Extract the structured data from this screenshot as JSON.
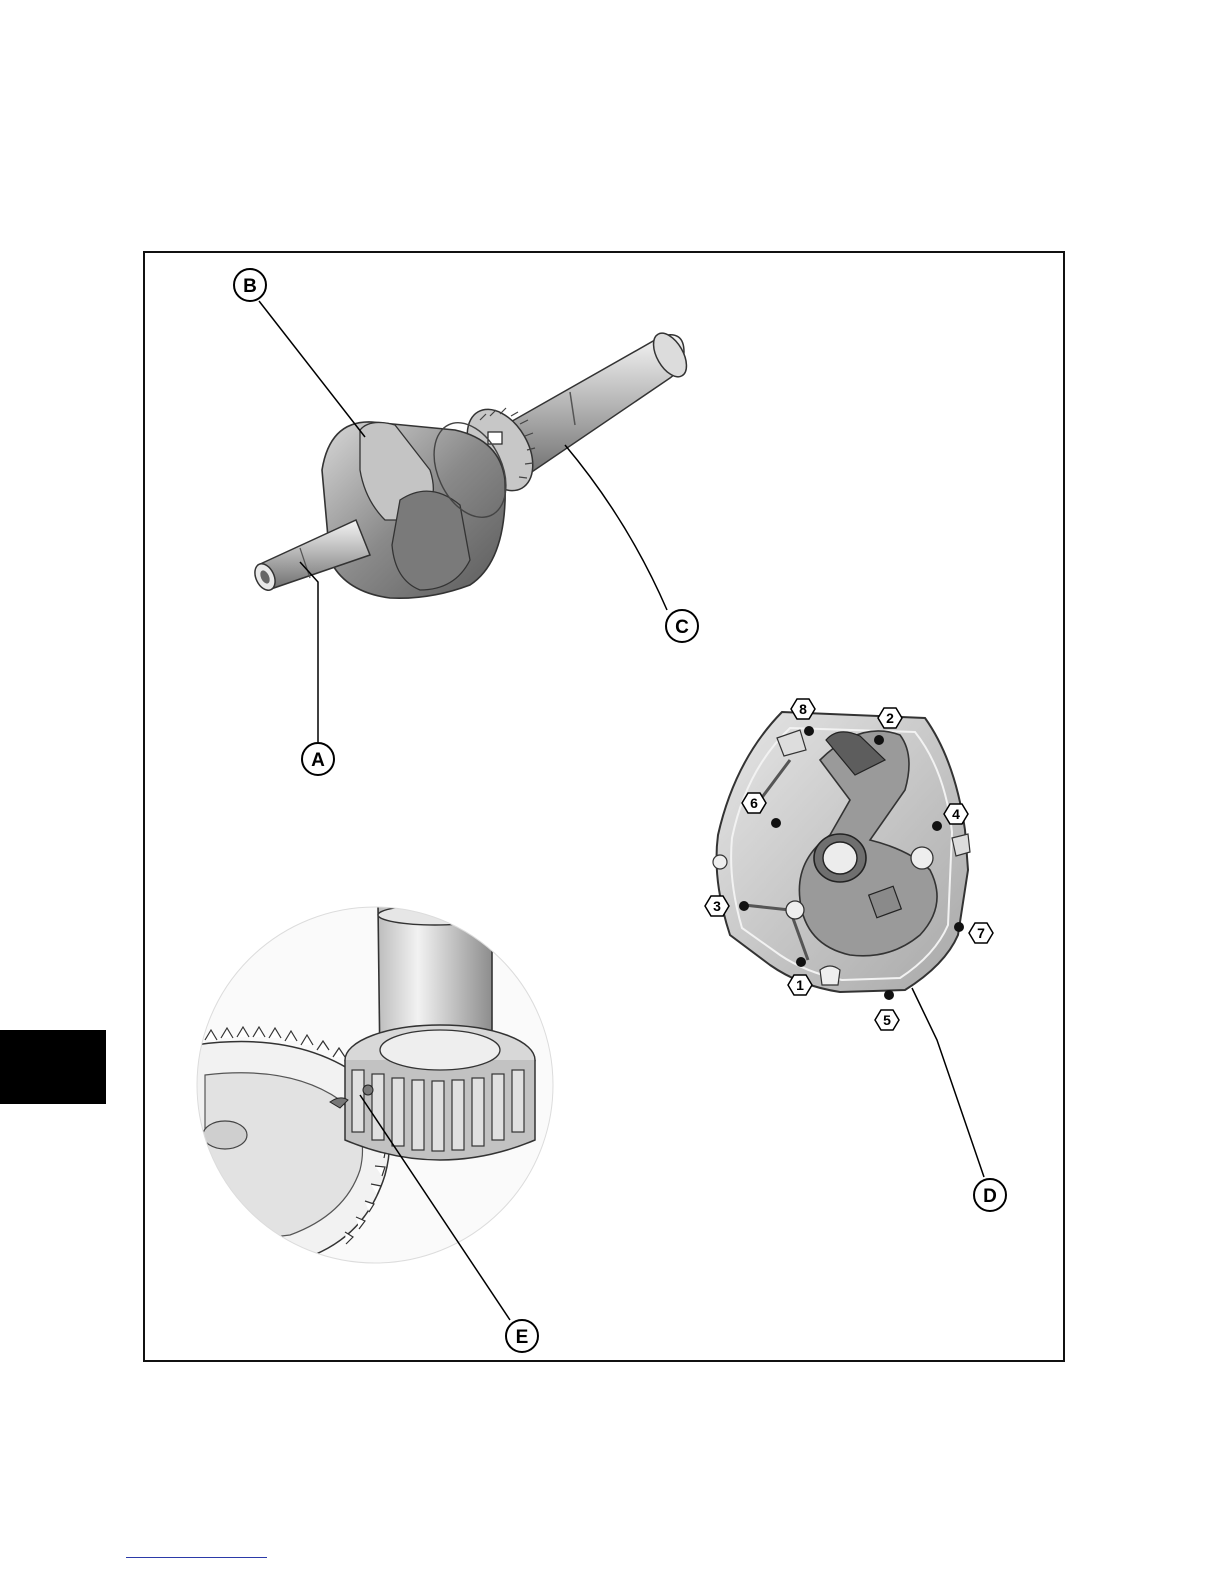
{
  "figure": {
    "callouts": {
      "a": "A",
      "b": "B",
      "c": "C",
      "d": "D",
      "e": "E"
    },
    "torque_sequence": [
      "1",
      "2",
      "3",
      "4",
      "5",
      "6",
      "7",
      "8"
    ]
  },
  "colors": {
    "ink": "#000000",
    "frame": "#111111",
    "side_tab": "#000000",
    "footer_rule": "#2b3aa8"
  }
}
